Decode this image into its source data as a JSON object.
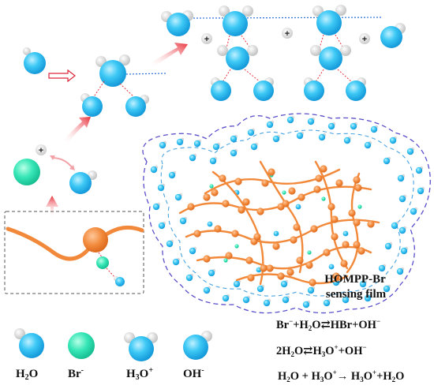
{
  "film_label_line1": "HOMPP-Br",
  "film_label_line2": "sensing film",
  "equations": {
    "eq1": [
      "Br",
      "−",
      "+H",
      "2",
      "O⇄HBr+OH",
      "−"
    ],
    "eq2": [
      "2H",
      "2",
      "O⇄H",
      "3",
      "O",
      "+",
      "+OH",
      "−"
    ],
    "eq3": [
      "H",
      "2",
      "O + H",
      "3",
      "O",
      "+",
      "→ H",
      "3",
      "O",
      "+",
      "+H",
      "2",
      "O"
    ]
  },
  "legend": {
    "h2o": [
      "H",
      "2",
      "O"
    ],
    "br": [
      "Br",
      "-"
    ],
    "h3o": [
      "H",
      "3",
      "O",
      "+"
    ],
    "oh": [
      "OH",
      "-"
    ]
  },
  "plus_sign": "+",
  "colors": {
    "water_blue": "#29b9f0",
    "hydrogen_white": "#e6e6e6",
    "bromide_teal": "#2ee6b4",
    "polymer_orange": "#f2893a",
    "film_border": "#5a4fc9",
    "arrow_red": "#e8303a"
  }
}
